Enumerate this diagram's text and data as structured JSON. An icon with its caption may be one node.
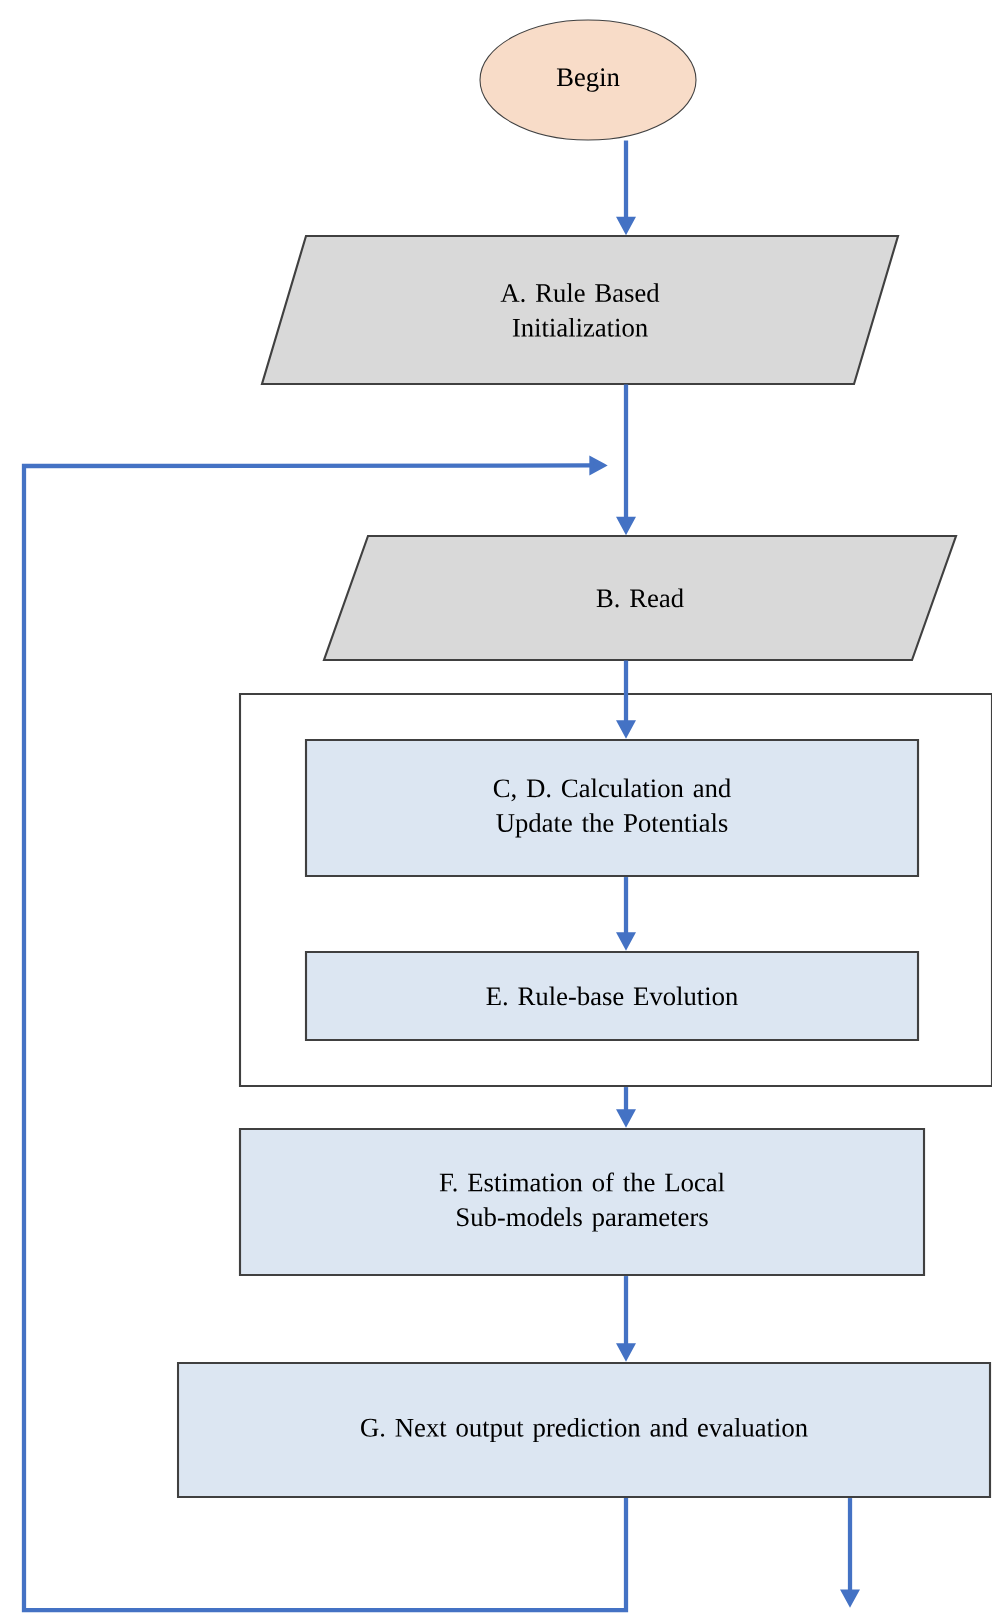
{
  "diagram": {
    "nodes": [
      {
        "text": [
          "Begin"
        ]
      },
      {
        "text": [
          "A. Rule Based Initialization"
        ]
      },
      {
        "text": [
          "B. Read"
        ]
      },
      {
        "text": [],
        "shape": "box"
      },
      {
        "text": [
          "C, D. Calculation  and Update the Potentials"
        ],
        "in": 3
      },
      {
        "text": [
          "E. Rule-base Evolution"
        ],
        "in": 3
      },
      {
        "text": [
          "F. Estimation of the Local Sub-models parameters"
        ]
      },
      {
        "text": [
          "G. Next output prediction and evaluation"
        ]
      }
    ],
    "edges": [
      {
        "from": 0,
        "to": 1,
        "arrow": "to"
      },
      {
        "from": 1,
        "to": 2,
        "arrow": "to"
      },
      {
        "from": 2,
        "to": 4,
        "arrow": "to"
      },
      {
        "from": 4,
        "to": 5,
        "arrow": "to"
      },
      {
        "from": 3,
        "to": 6,
        "arrow": "to"
      },
      {
        "from": 6,
        "to": 7,
        "arrow": "to"
      },
      {
        "from": 7,
        "to": 2,
        "arrow": "to"
      },
      {
        "from": 7,
        "to": null,
        "arrow": "to"
      }
    ]
  }
}
